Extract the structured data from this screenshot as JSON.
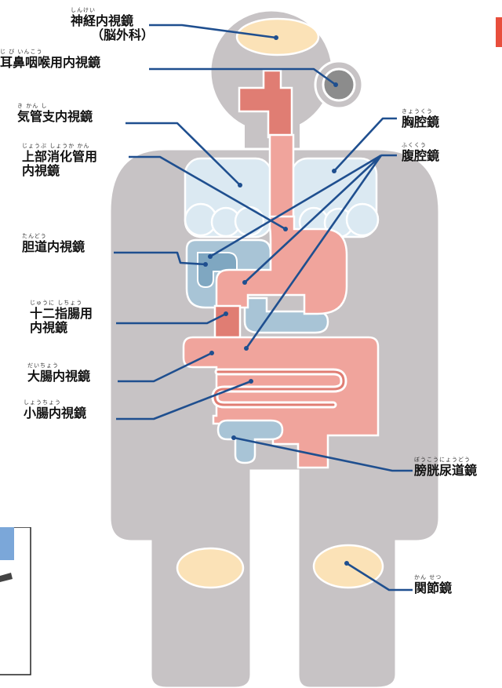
{
  "labels": {
    "neurosurgery": {
      "ruby": "しんけい",
      "main": "神経内視鏡",
      "sub": "（脳外科）"
    },
    "ent": {
      "ruby": "じ び いんこう",
      "main": "耳鼻咽喉用内視鏡"
    },
    "bronchoscope": {
      "ruby": "き かん し",
      "main": "気管支内視鏡"
    },
    "upper_gi": {
      "ruby": "じょうぶ しょうか かん",
      "main": "上部消化管用",
      "sub": "内視鏡"
    },
    "biliary": {
      "ruby": "たんどう",
      "main": "胆道内視鏡"
    },
    "duodenal": {
      "ruby": "じゅうに しちょう",
      "main": "十二指腸用",
      "sub": "内視鏡"
    },
    "colonoscope": {
      "ruby": "だいちょう",
      "main": "大腸内視鏡"
    },
    "small_bowel": {
      "ruby": "しょうちょう",
      "main": "小腸内視鏡"
    },
    "thoracoscope": {
      "ruby": "きょうくう",
      "main": "胸腔鏡"
    },
    "laparoscope": {
      "ruby": "ふくくう",
      "main": "腹腔鏡"
    },
    "cystoscope": {
      "ruby": "ぼうこうにょうどう",
      "main": "膀胱尿道鏡"
    },
    "arthroscope": {
      "ruby": "かん せつ",
      "main": "関節鏡"
    }
  },
  "colors": {
    "body": "#c7c3c5",
    "organ_red": "#e07d73",
    "organ_pink": "#f0a49c",
    "lung": "#dbe9f2",
    "blue_organ": "#a8c4d6",
    "blue_dark": "#7fa7c1",
    "brain": "#fbe2b7",
    "joint": "#fbe2b7",
    "ear": "#8c8c8c",
    "pointer": "#1f4f8f",
    "corner": "#e84e3c",
    "widget": "#7ba7d9"
  }
}
